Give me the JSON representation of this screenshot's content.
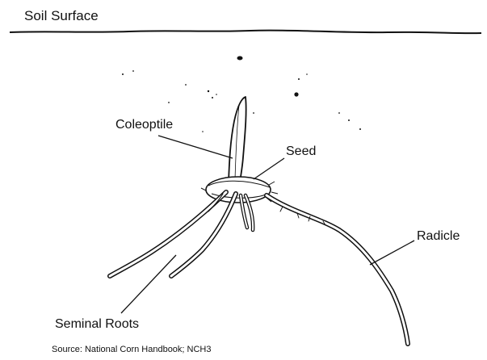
{
  "labels": {
    "soil_surface": "Soil Surface",
    "coleoptile": "Coleoptile",
    "seed": "Seed",
    "radicle": "Radicle",
    "seminal_roots": "Seminal Roots",
    "source": "Source: National Corn Handbook; NCH3"
  },
  "colors": {
    "ink": "#111111",
    "background": "#ffffff"
  }
}
